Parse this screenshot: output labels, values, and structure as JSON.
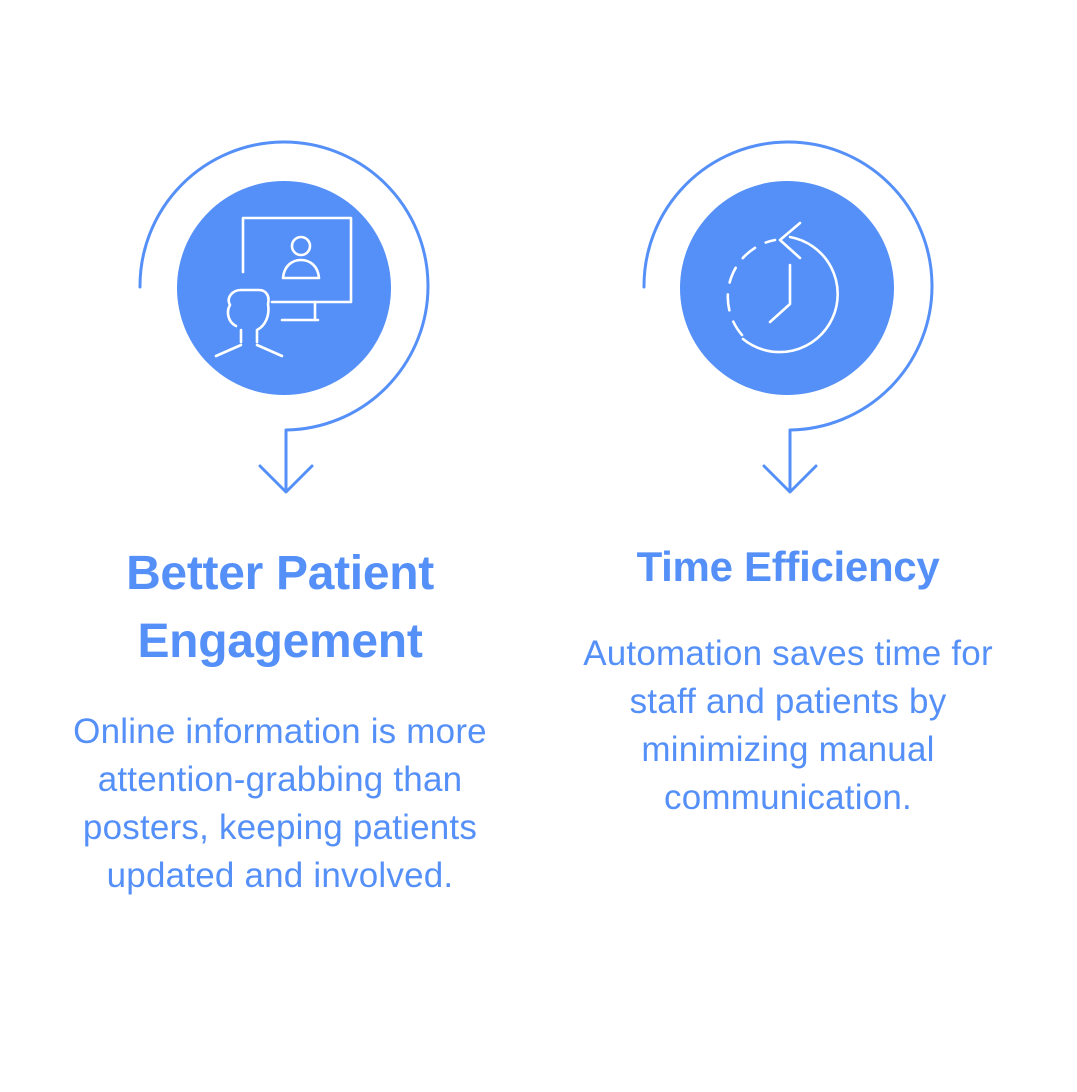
{
  "colors": {
    "accent": "#5590F8",
    "icon_stroke": "#FFFFFF",
    "background": "#FFFFFF"
  },
  "cards": [
    {
      "icon": "user-monitor-icon",
      "title": "Better Patient Engagement",
      "description": "Online information is more attention-grabbing than posters, keeping patients updated and involved."
    },
    {
      "icon": "clock-refresh-icon",
      "title": "Time Efficiency",
      "description": "Automation saves time for staff and patients by minimizing manual communication."
    }
  ]
}
